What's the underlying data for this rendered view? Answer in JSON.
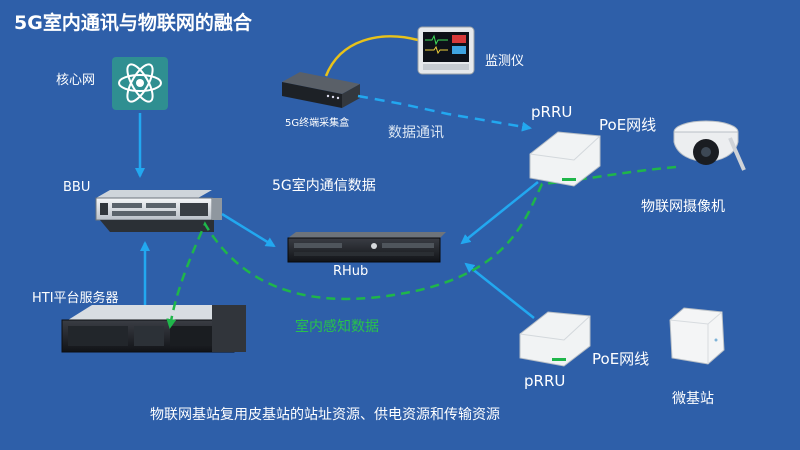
{
  "title": "5G室内通讯与物联网的融合",
  "labels": {
    "core": "核心网",
    "bbu": "BBU",
    "hti": "HTI平台服务器",
    "collector": "5G终端采集盒",
    "monitor": "监测仪",
    "data_comm": "数据通讯",
    "prru_top": "pRRU",
    "poe_top": "PoE网线",
    "iot_camera": "物联网摄像机",
    "indoor_comm": "5G室内通信数据",
    "rhub": "RHub",
    "indoor_sense": "室内感知数据",
    "prru_bottom": "pRRU",
    "poe_bottom": "PoE网线",
    "micro_bs": "微基站",
    "footer": "物联网基站复用皮基站的站址资源、供电资源和传输资源"
  },
  "colors": {
    "background": "#2e5fa9",
    "link_blue": "#22a8f0",
    "dashed_green": "#1fb64a",
    "cable_yellow": "#e8c21a",
    "sense_text": "#27c24c"
  }
}
